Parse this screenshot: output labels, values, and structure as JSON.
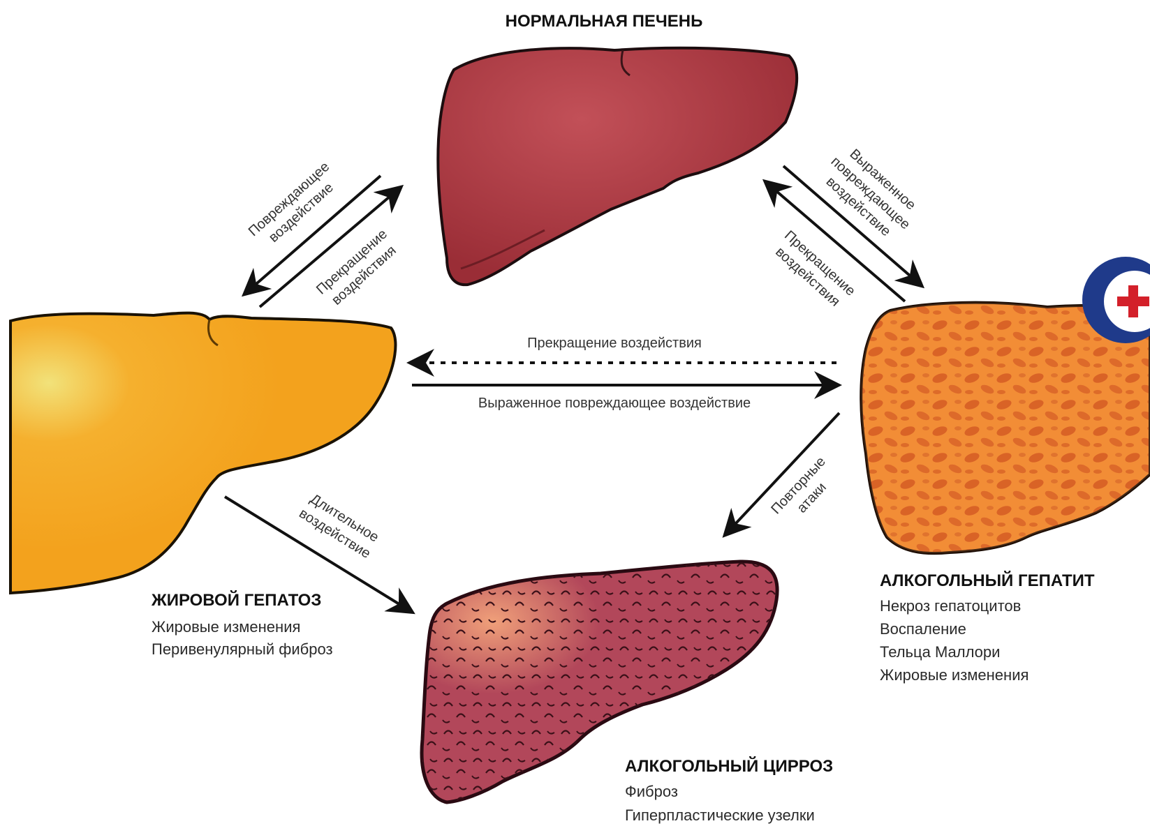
{
  "normal": {
    "title": "НОРМАЛЬНАЯ ПЕЧЕНЬ"
  },
  "fatty": {
    "title": "ЖИРОВОЙ ГЕПАТОЗ",
    "lines": [
      "Жировые изменения",
      "Перивенулярный фиброз"
    ]
  },
  "hepatitis": {
    "title": "АЛКОГОЛЬНЫЙ ГЕПАТИТ",
    "lines": [
      "Некроз гепатоцитов",
      "Воспаление",
      "Тельца Маллори",
      "Жировые изменения"
    ]
  },
  "cirrhosis": {
    "title": "АЛКОГОЛЬНЫЙ ЦИРРОЗ",
    "lines": [
      "Фиброз",
      "Гиперпластические узелки"
    ]
  },
  "arrows": {
    "normal_to_fatty": [
      "Повреждающее",
      "воздействие"
    ],
    "fatty_to_normal": [
      "Прекращение",
      "воздействия"
    ],
    "normal_to_hepatitis": [
      "Выраженное",
      "повреждающее",
      "воздействие"
    ],
    "hepatitis_to_normal": [
      "Прекращение",
      "воздействия"
    ],
    "hepatitis_to_fatty": "Прекращение воздействия",
    "fatty_to_hepatitis": "Выраженное повреждающее воздействие",
    "fatty_to_cirrhosis": [
      "Длительное",
      "воздействие"
    ],
    "hepatitis_to_cirrhosis": [
      "Повторные",
      "атаки"
    ]
  },
  "colors": {
    "normal": "#a8373f",
    "fatty": "#f5a623",
    "hepatitis": "#ee7a28",
    "cirrhosis": "#a83c4e"
  }
}
